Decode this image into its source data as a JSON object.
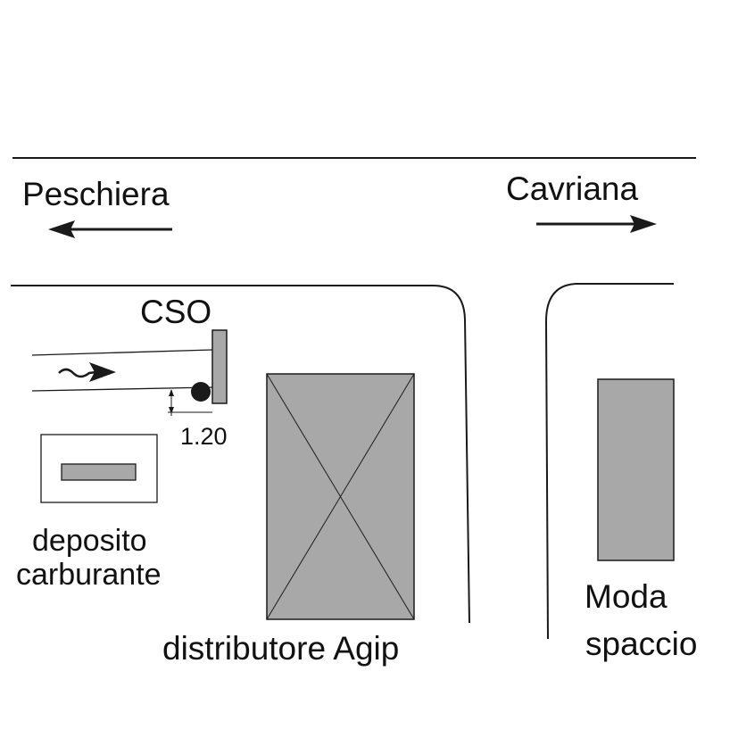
{
  "directions": {
    "left": "Peschiera",
    "right": "Cavriana"
  },
  "cso_label": "CSO",
  "depth_label": "1.20",
  "fuel_depot": {
    "line1": "deposito",
    "line2": "carburante"
  },
  "gas_station": "distributore Agip",
  "shop": {
    "line1": "Moda",
    "line2": "spaccio"
  },
  "colors": {
    "stroke": "#1a1a1a",
    "building_fill": "#a8a8a8",
    "background": "#ffffff"
  }
}
